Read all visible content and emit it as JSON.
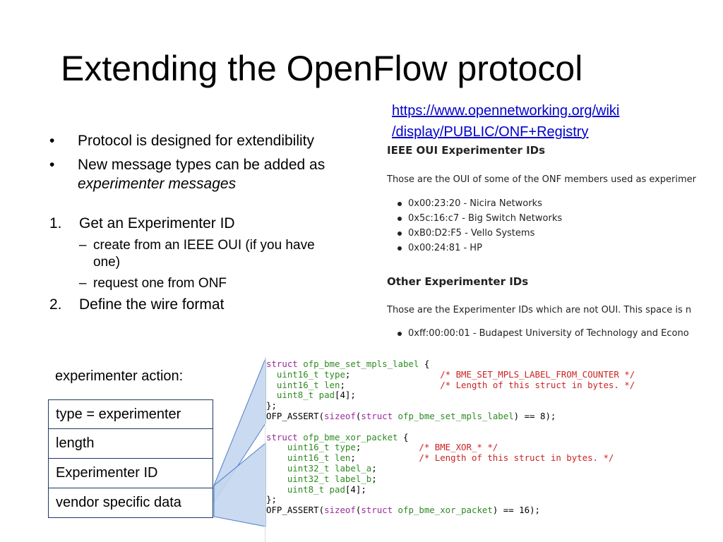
{
  "title": "Extending the OpenFlow protocol",
  "link": {
    "line1": "https://www.opennetworking.org/wiki",
    "line2": "/display/PUBLIC/ONF+Registry"
  },
  "bullets": [
    {
      "symbol": "•",
      "text": "Protocol is designed for extendibility"
    },
    {
      "symbol": "•",
      "text_before": "New message types can be added as ",
      "emphasis": "experimenter messages"
    }
  ],
  "steps": [
    {
      "number": "1.",
      "text": "Get an Experimenter ID",
      "subitems": [
        "create from an IEEE OUI (if you have one)",
        "request one from ONF"
      ]
    },
    {
      "number": "2.",
      "text": "Define the wire format"
    }
  ],
  "registry": {
    "heading1": "IEEE OUI Experimenter IDs",
    "intro1": "Those are the OUI of some of the ONF members used as experimer",
    "oui_list": [
      "0x00:23:20 - Nicira Networks",
      "0x5c:16:c7 - Big Switch Networks",
      "0xB0:D2:F5 - Vello Systems",
      "0x00:24:81 - HP"
    ],
    "heading2": "Other Experimenter IDs",
    "intro2": "Those are the Experimenter IDs which are not OUI.  This space is n",
    "other_list": [
      "0xff:00:00:01 - Budapest University of Technology and Econo"
    ]
  },
  "experimenter_action": {
    "label": "experimenter action:",
    "fields": [
      "type = experimenter",
      "length",
      "Experimenter  ID",
      "vendor specific data"
    ]
  },
  "code": {
    "struct1_name": "ofp_bme_set_mpls_label",
    "struct1_fields": [
      {
        "type": "uint16_t",
        "name": "type",
        "comment": "/* BME_SET_MPLS_LABEL_FROM_COUNTER */"
      },
      {
        "type": "uint16_t",
        "name": "len",
        "comment": "/* Length of this struct in bytes. */"
      },
      {
        "type": "uint8_t",
        "name": "pad",
        "suffix": "[4]"
      }
    ],
    "assert1_size": "8",
    "struct2_name": "ofp_bme_xor_packet",
    "struct2_fields": [
      {
        "type": "uint16_t",
        "name": "type",
        "comment": "/* BME_XOR_* */"
      },
      {
        "type": "uint16_t",
        "name": "len",
        "comment": "/* Length of this struct in bytes. */"
      },
      {
        "type": "uint32_t",
        "name": "label_a"
      },
      {
        "type": "uint32_t",
        "name": "label_b"
      },
      {
        "type": "uint8_t",
        "name": "pad",
        "suffix": "[4]"
      }
    ],
    "assert2_size": "16",
    "kw_struct": "struct",
    "kw_sizeof": "sizeof",
    "assert_macro": "OFP_ASSERT",
    "colors": {
      "keyword": "#9b2a9b",
      "type": "#2e8b23",
      "comment": "#cc2222"
    }
  },
  "colors": {
    "link": "#0000cc",
    "wedge_fill": "#c5d7ef",
    "wedge_stroke": "#3a6fc4",
    "frame_border": "#1f3763"
  }
}
